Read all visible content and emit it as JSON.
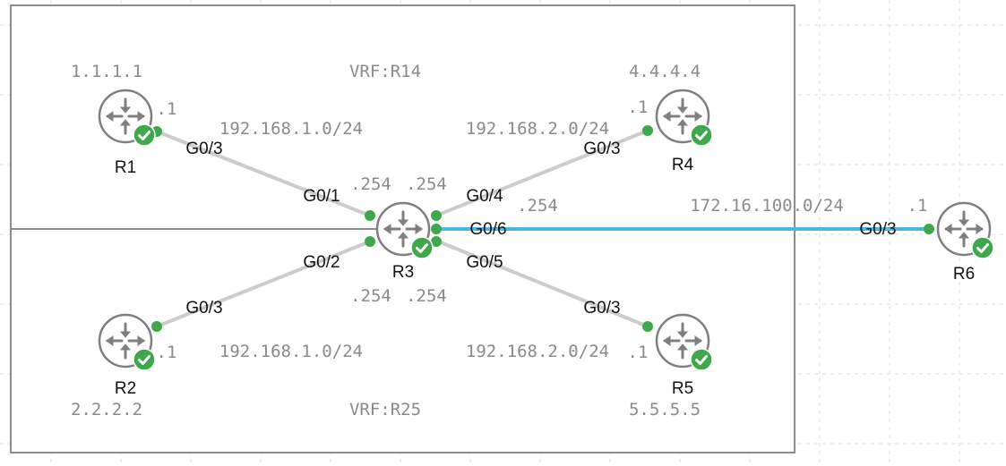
{
  "diagram": {
    "vrf_boxes": [
      {
        "id": "vrf-r14",
        "label": "VRF:R14"
      },
      {
        "id": "vrf-r25",
        "label": "VRF:R25"
      }
    ],
    "nodes": [
      {
        "id": "R1",
        "label": "R1",
        "router_id": "1.1.1.1",
        "status": "ok"
      },
      {
        "id": "R2",
        "label": "R2",
        "router_id": "2.2.2.2",
        "status": "ok"
      },
      {
        "id": "R3",
        "label": "R3",
        "router_id": "",
        "status": "ok"
      },
      {
        "id": "R4",
        "label": "R4",
        "router_id": "4.4.4.4",
        "status": "ok"
      },
      {
        "id": "R5",
        "label": "R5",
        "router_id": "5.5.5.5",
        "status": "ok"
      },
      {
        "id": "R6",
        "label": "R6",
        "router_id": "",
        "status": "ok"
      }
    ],
    "links": [
      {
        "id": "R1-R3",
        "subnet": "192.168.1.0/24",
        "a_iface": "G0/3",
        "a_host": ".1",
        "b_iface": "G0/1",
        "b_host": ".254",
        "color": "#cccccc"
      },
      {
        "id": "R2-R3",
        "subnet": "192.168.1.0/24",
        "a_iface": "G0/3",
        "a_host": ".1",
        "b_iface": "G0/2",
        "b_host": ".254",
        "color": "#cccccc"
      },
      {
        "id": "R4-R3",
        "subnet": "192.168.2.0/24",
        "a_iface": "G0/3",
        "a_host": ".1",
        "b_iface": "G0/4",
        "b_host": ".254",
        "color": "#cccccc"
      },
      {
        "id": "R5-R3",
        "subnet": "192.168.2.0/24",
        "a_iface": "G0/3",
        "a_host": ".1",
        "b_iface": "G0/5",
        "b_host": ".254",
        "color": "#cccccc"
      },
      {
        "id": "R6-R3",
        "subnet": "172.16.100.0/24",
        "a_iface": "G0/3",
        "a_host": ".1",
        "b_iface": "G0/6",
        "b_host": ".254",
        "color": "#4db6e8"
      }
    ],
    "colors": {
      "status_ok": "#3ea84a",
      "port_dot": "#3ea84a",
      "router_outline": "#7f7f7f",
      "selected_link": "#4db6e8",
      "link": "#cccccc"
    }
  }
}
